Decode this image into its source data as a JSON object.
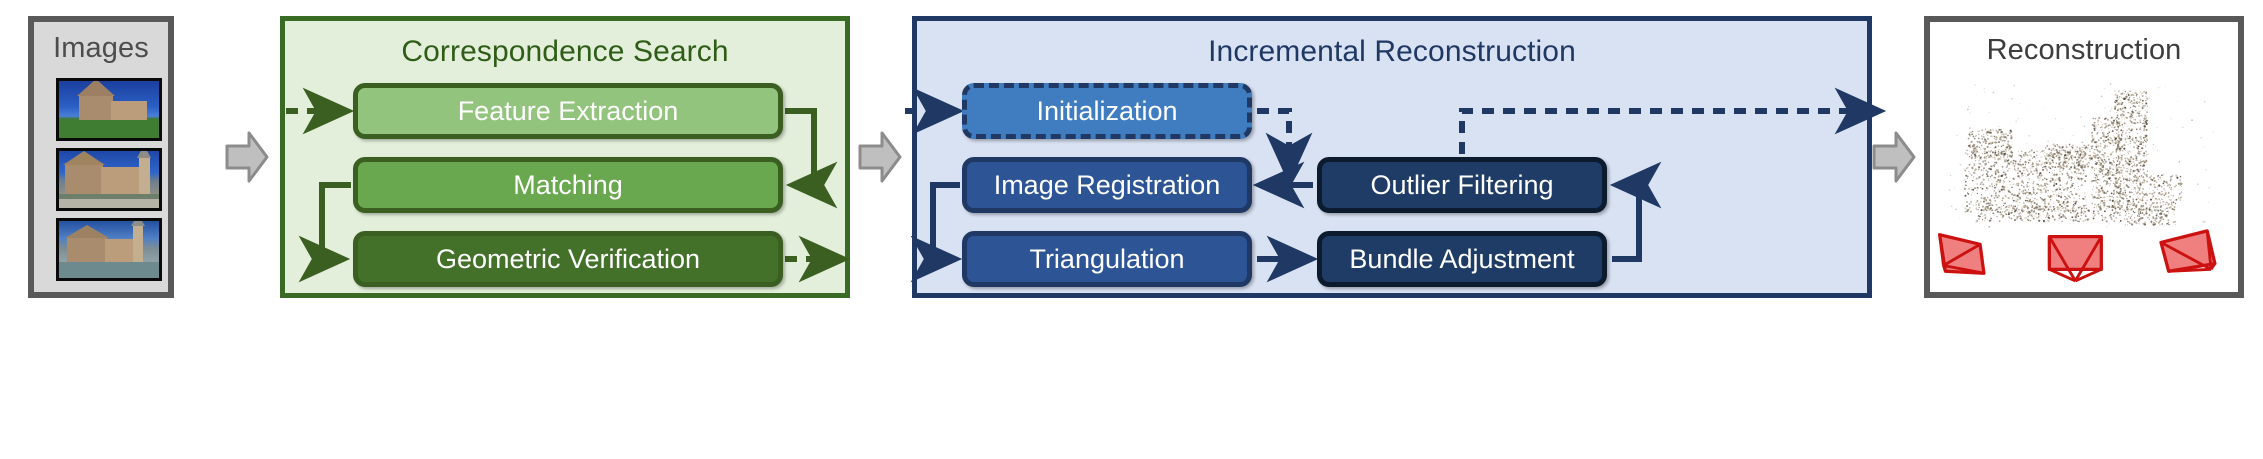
{
  "figure": {
    "type": "flow-diagram",
    "title": "Structure-from-Motion pipeline",
    "panels": [
      {
        "id": "images",
        "label": "Images"
      },
      {
        "id": "correspondence_search",
        "label": "Correspondence Search"
      },
      {
        "id": "incremental_reconstruction",
        "label": "Incremental Reconstruction"
      },
      {
        "id": "reconstruction",
        "label": "Reconstruction"
      }
    ]
  },
  "images_panel": {
    "title": "Images",
    "thumbnails": [
      {
        "name": "photo-building-hillside"
      },
      {
        "name": "photo-building-bridge"
      },
      {
        "name": "photo-building-tower-water"
      }
    ],
    "frame_color": "#595959",
    "background_color": "#d9d9d9"
  },
  "correspondence_search": {
    "title": "Correspondence Search",
    "background_color": "#e3efdb",
    "border_color": "#3a6b24",
    "title_color": "#2f5d18",
    "steps": [
      {
        "label": "Feature Extraction",
        "fill": "#93c47d"
      },
      {
        "label": "Matching",
        "fill": "#6aa84f"
      },
      {
        "label": "Geometric Verification",
        "fill": "#43712a"
      }
    ]
  },
  "incremental_reconstruction": {
    "title": "Incremental Reconstruction",
    "background_color": "#d9e2f3",
    "border_color": "#1f3864",
    "title_color": "#1f3864",
    "steps": [
      {
        "label": "Initialization",
        "fill": "#3f7cc0",
        "border_style": "dashed"
      },
      {
        "label": "Image Registration",
        "fill": "#2d5596",
        "border_style": "solid"
      },
      {
        "label": "Triangulation",
        "fill": "#2d5596",
        "border_style": "solid"
      },
      {
        "label": "Outlier Filtering",
        "fill": "#1f3c66",
        "border_style": "solid"
      },
      {
        "label": "Bundle Adjustment",
        "fill": "#1f3c66",
        "border_style": "solid"
      }
    ]
  },
  "reconstruction_panel": {
    "title": "Reconstruction",
    "frame_color": "#595959",
    "background_color": "#ffffff",
    "point_cloud_name": "sparse-point-cloud",
    "camera_frustum_color": "#cc1111",
    "camera_count": 3
  },
  "connectors": {
    "inter_panel_arrow_color": "#9c9c9c",
    "green_edge_color": "#3a5f21",
    "blue_edge_color": "#1f3864",
    "arrows": [
      {
        "name": "images-to-correspondence-search",
        "style": "block"
      },
      {
        "name": "correspondence-search-to-incremental-reconstruction",
        "style": "block"
      },
      {
        "name": "incremental-reconstruction-to-reconstruction",
        "style": "block"
      },
      {
        "name": "in-to-feature-extraction",
        "style": "dashed"
      },
      {
        "name": "feature-extraction-to-matching",
        "style": "solid"
      },
      {
        "name": "matching-to-geometric-verification",
        "style": "solid"
      },
      {
        "name": "geometric-verification-out",
        "style": "dashed"
      },
      {
        "name": "in-to-initialization",
        "style": "dashed"
      },
      {
        "name": "initialization-to-image-registration",
        "style": "dashed"
      },
      {
        "name": "outlier-filtering-to-image-registration",
        "style": "solid"
      },
      {
        "name": "image-registration-to-triangulation",
        "style": "solid"
      },
      {
        "name": "triangulation-to-bundle-adjustment",
        "style": "solid"
      },
      {
        "name": "bundle-adjustment-to-outlier-filtering",
        "style": "solid"
      },
      {
        "name": "outlier-filtering-to-reconstruction",
        "style": "dashed"
      }
    ]
  }
}
